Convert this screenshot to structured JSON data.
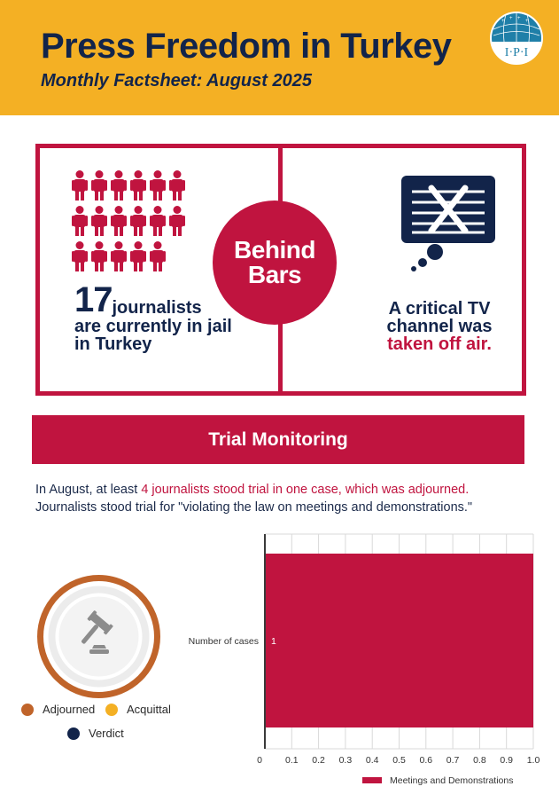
{
  "header": {
    "title": "Press Freedom in Turkey",
    "subtitle": "Monthly Factsheet: August 2025",
    "logo_text": "I·P·I"
  },
  "behind_bars": {
    "center_label": "Behind Bars",
    "journalists_count": "17",
    "journalists_unit": "journalists",
    "journalists_rest": "are currently in jail in Turkey",
    "tv_line1": "A critical TV channel was",
    "tv_line2": "taken off air.",
    "icons": {
      "people": "person-icon",
      "tv": "tv-off-air-icon"
    }
  },
  "trial_monitoring": {
    "heading": "Trial Monitoring",
    "summary_prefix": "In August, at least ",
    "summary_highlight": "4 journalists stood trial in one case, which was adjourned.",
    "summary_rest": "Journalists stood trial for \"violating the law on meetings and demonstrations.\"",
    "legend": [
      {
        "label": "Adjourned",
        "color": "#c0642a"
      },
      {
        "label": "Acquittal",
        "color": "#f4b024"
      },
      {
        "label": "Verdict",
        "color": "#12244a"
      }
    ],
    "icon": "gavel-icon"
  },
  "colors": {
    "accent": "#c0143f",
    "brand_yellow": "#f4b024",
    "navy": "#12244a",
    "ring": "#c0642a"
  },
  "chart_data": {
    "type": "bar",
    "orientation": "horizontal",
    "categories": [
      "Number of cases"
    ],
    "series": [
      {
        "name": "Meetings and Demonstrations",
        "values": [
          1
        ]
      }
    ],
    "data_labels": [
      "1"
    ],
    "x_ticks": [
      "0",
      "0.1",
      "0.2",
      "0.3",
      "0.4",
      "0.5",
      "0.6",
      "0.7",
      "0.8",
      "0.9",
      "1.0"
    ],
    "xlim": [
      0,
      1
    ],
    "grid": true,
    "legend_position": "bottom-right",
    "bar_color": "#c0143f"
  }
}
